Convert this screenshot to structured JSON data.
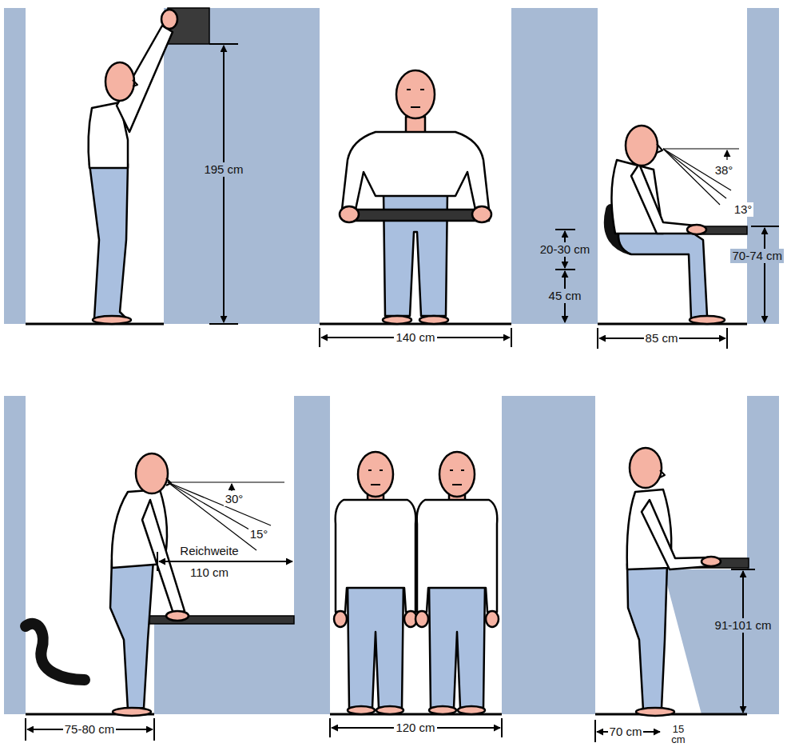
{
  "diagram": {
    "labels": [
      "195 cm",
      "140 cm",
      "20-30 cm",
      "45 cm",
      "38°",
      "13°",
      "70-74 cm",
      "85 cm",
      "30°",
      "15°",
      "Reichweite",
      "110 cm",
      "75-80 cm",
      "120 cm",
      "70 cm",
      "15 cm",
      "91-101 cm"
    ]
  }
}
